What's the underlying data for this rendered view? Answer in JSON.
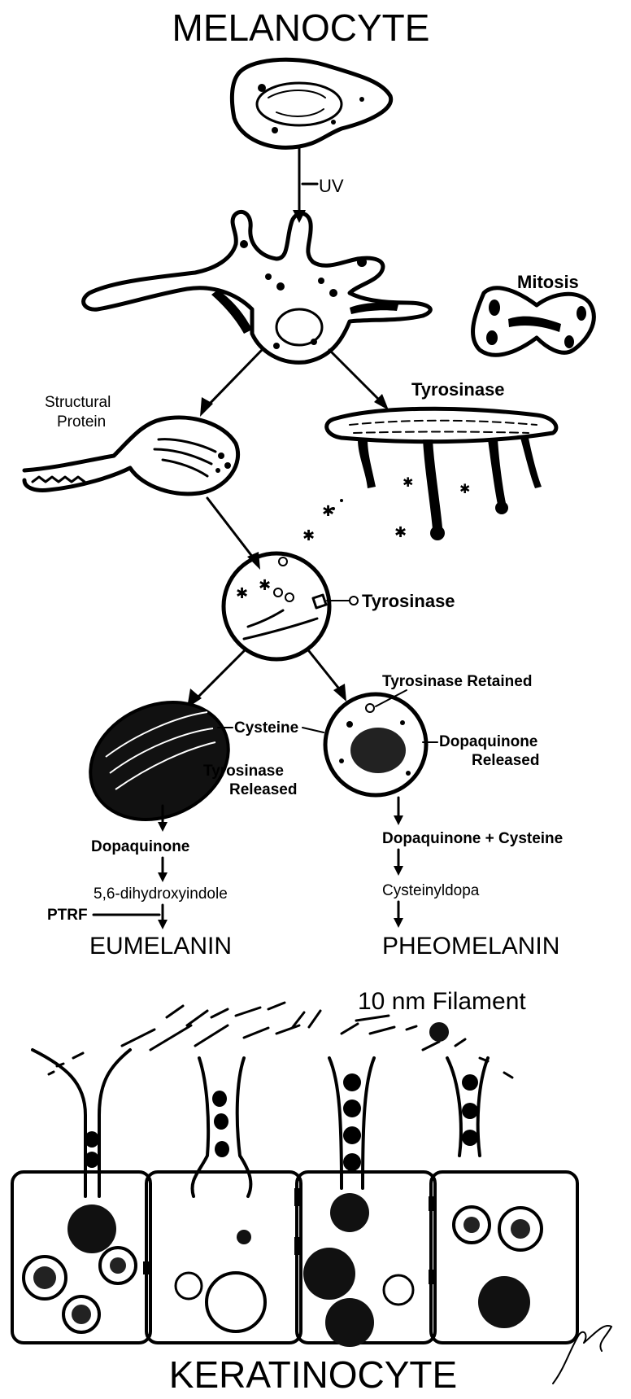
{
  "labels": {
    "melanocyte": "MELANOCYTE",
    "uv": "UV",
    "mitosis": "Mitosis",
    "structural_protein_1": "Structural",
    "structural_protein_2": "Protein",
    "tyrosinase_top": "Tyrosinase",
    "tyrosinase_mid": "Tyrosinase",
    "tyrosinase_retained": "Tyrosinase Retained",
    "cysteine": "Cysteine",
    "dopaquinone_released_1": "Dopaquinone",
    "dopaquinone_released_2": "Released",
    "tyrosinase_released_1": "Tyrosinase",
    "tyrosinase_released_2": "Released",
    "dopaquinone": "Dopaquinone",
    "dihydroxyindole": "5,6-dihydroxyindole",
    "ptrf": "PTRF",
    "eumelanin": "EUMELANIN",
    "dopaquinone_cysteine": "Dopaquinone + Cysteine",
    "cysteinyldopa": "Cysteinyldopa",
    "pheomelanin": "PHEOMELANIN",
    "filament": "10 nm  Filament",
    "keratinocyte": "KERATINOCYTE"
  }
}
